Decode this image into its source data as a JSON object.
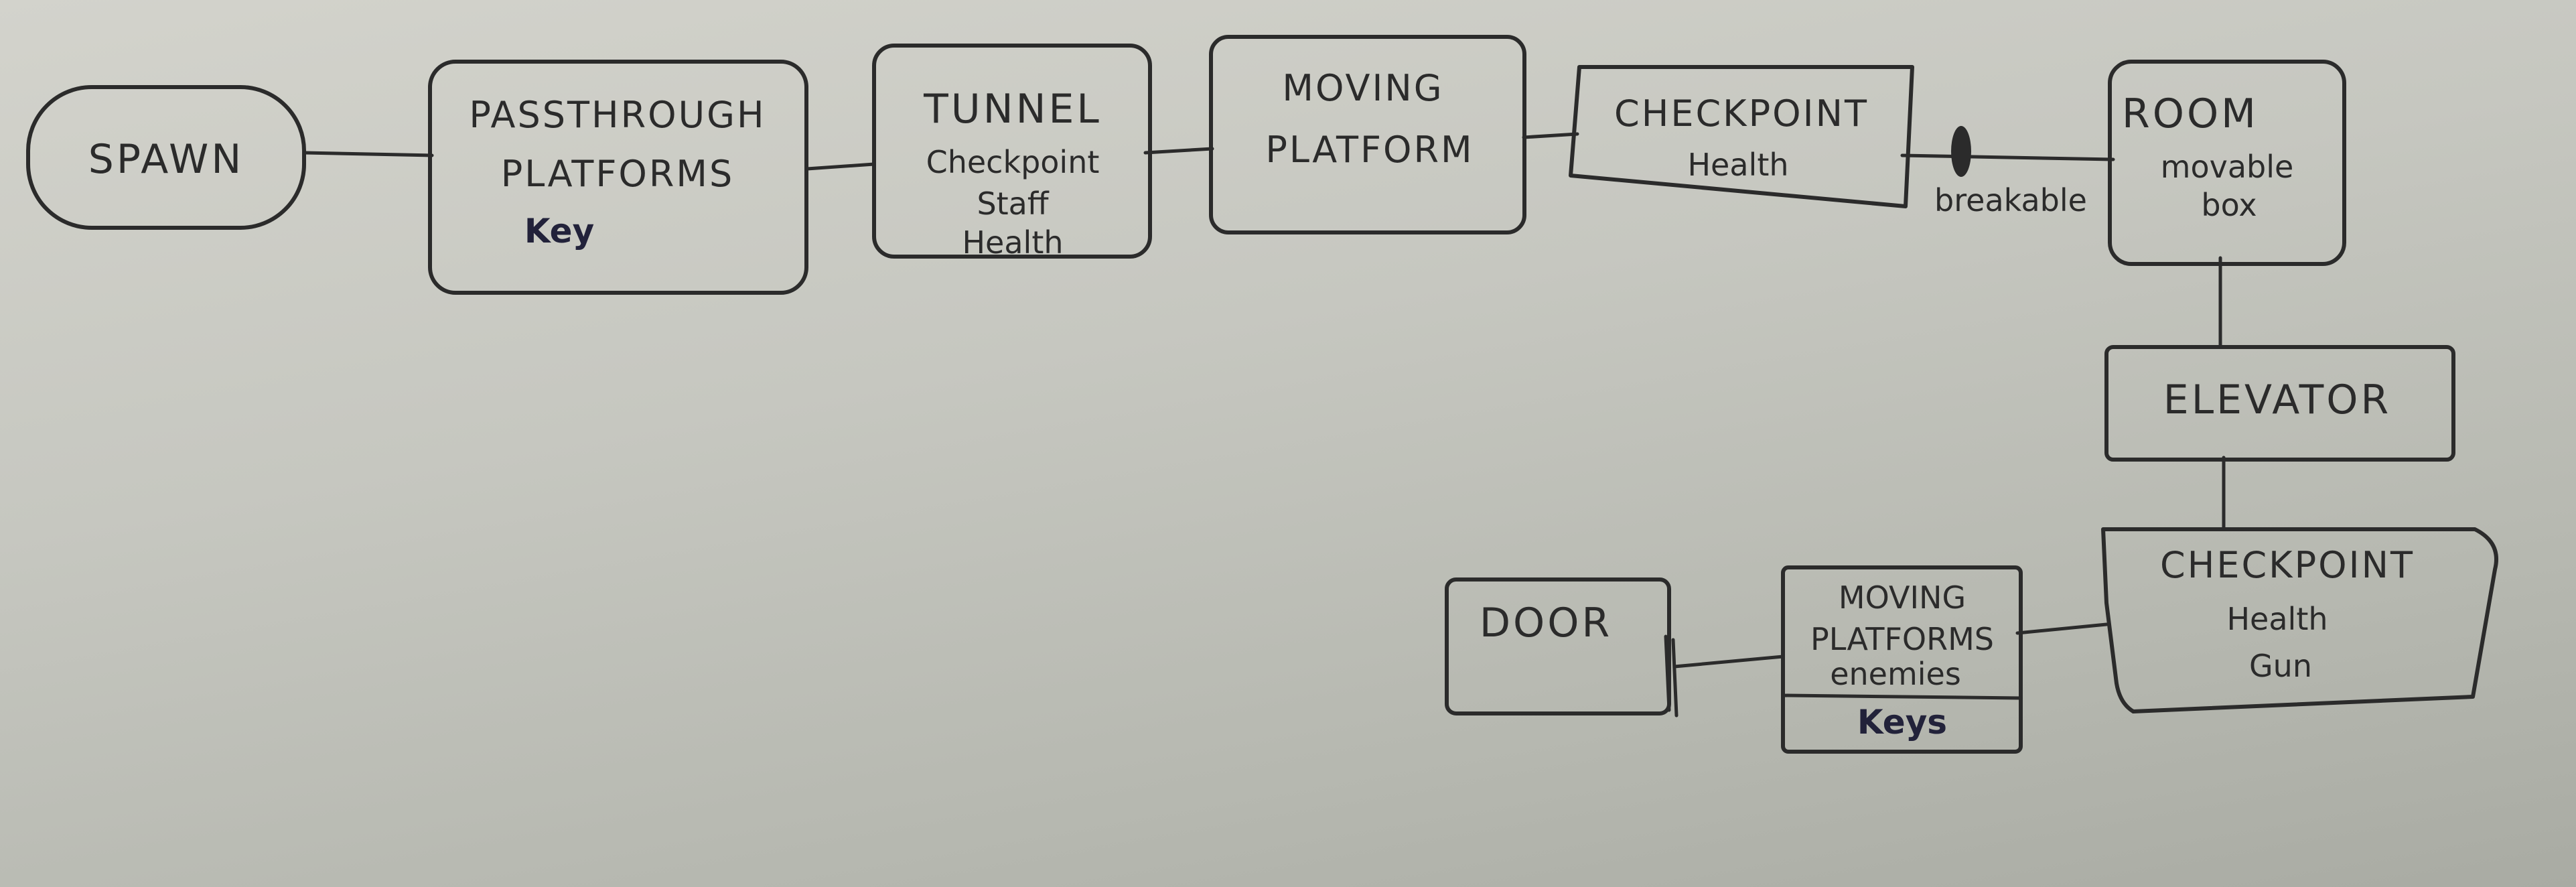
{
  "nodes": {
    "spawn": {
      "title": "SPAWN"
    },
    "passthrough": {
      "title_line1": "PASSTHROUGH",
      "title_line2": "PLATFORMS",
      "item": "Key"
    },
    "tunnel": {
      "title": "TUNNEL",
      "item1": "Checkpoint",
      "item2": "Staff",
      "item3": "Health"
    },
    "moving_platform": {
      "title_line1": "MOVING",
      "title_line2": "PLATFORM"
    },
    "checkpoint_1": {
      "title": "CHECKPOINT",
      "item": "Health"
    },
    "room": {
      "title": "ROOM",
      "item_line1": "movable",
      "item_line2": "box"
    },
    "elevator": {
      "title": "ELEVATOR"
    },
    "checkpoint_2": {
      "title": "CHECKPOINT",
      "item1": "Health",
      "item2": "Gun"
    },
    "moving_platforms": {
      "title_line1": "MOVING",
      "title_line2": "PLATFORMS",
      "item": "enemies",
      "footer": "Keys"
    },
    "door": {
      "title": "DOOR"
    }
  },
  "edges": {
    "breakable_label": "breakable"
  },
  "colors": {
    "ink": "#2b2b2b",
    "paper": "#c6c7c0"
  }
}
